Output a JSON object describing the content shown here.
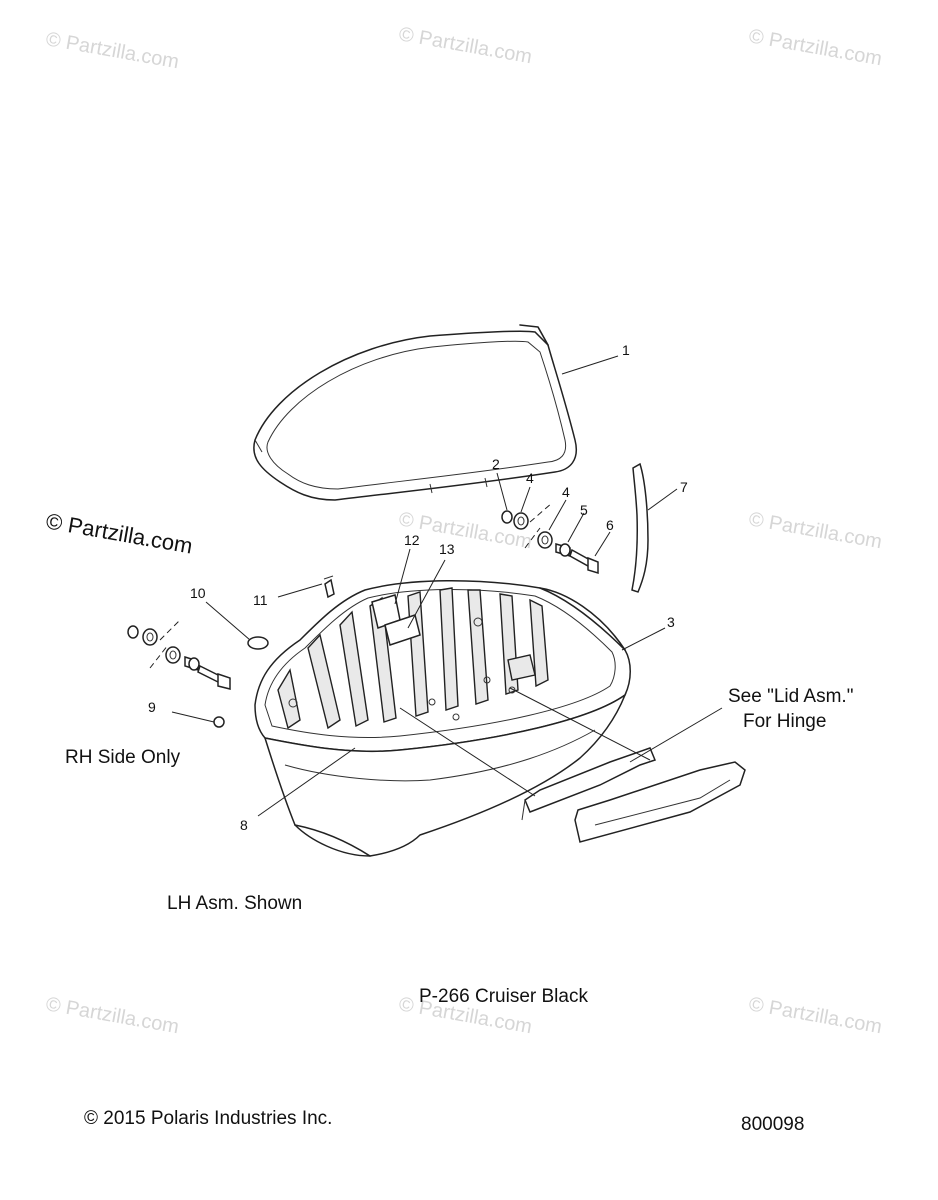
{
  "watermark": "© Partzilla.com",
  "callouts": [
    "1",
    "2",
    "3",
    "4",
    "4",
    "5",
    "6",
    "7",
    "8",
    "9",
    "10",
    "11",
    "12",
    "13"
  ],
  "notes": {
    "rh_side_only": "RH Side Only",
    "see_lid_line1": "See \"Lid Asm.\"",
    "see_lid_line2": "For Hinge",
    "lh_shown": "LH Asm. Shown",
    "color_code": "P-266  Cruiser Black",
    "copyright": "© 2015 Polaris Industries Inc.",
    "diagram_id": "800098"
  }
}
